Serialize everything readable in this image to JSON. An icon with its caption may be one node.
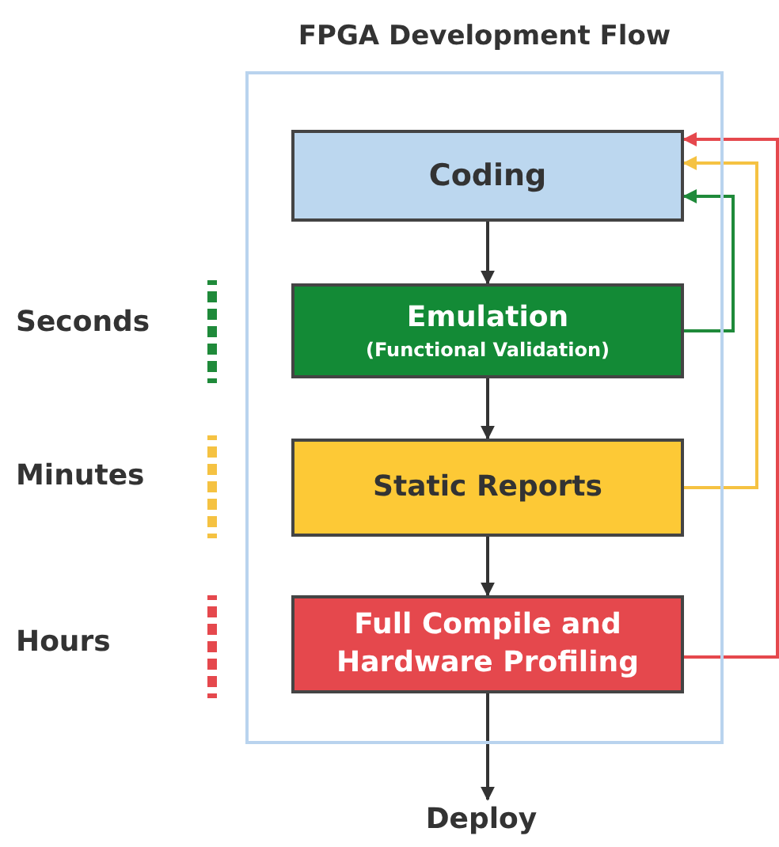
{
  "diagram": {
    "nodes": [
      {
        "text": [
          "FPGA Development Flow"
        ]
      },
      {
        "text": [
          "Coding"
        ],
        "in": 0
      },
      {
        "text": [
          "Emulation",
          "(Functional Validation)"
        ],
        "in": 0
      },
      {
        "text": [
          "Static Reports"
        ],
        "in": 0
      },
      {
        "text": [
          "Full Compile and Hardware Profiling"
        ],
        "in": 0
      },
      {
        "text": [
          "Deploy"
        ]
      }
    ],
    "edges": [
      {
        "from": 1,
        "to": 2,
        "arrow": "to"
      },
      {
        "from": 2,
        "to": 3,
        "arrow": "to"
      },
      {
        "from": 3,
        "to": 4,
        "arrow": "to"
      },
      {
        "from": 4,
        "to": 5,
        "arrow": "to"
      },
      {
        "from": 2,
        "to": 1,
        "arrow": "to",
        "color": "#1f8a3a"
      },
      {
        "from": 3,
        "to": 1,
        "arrow": "to",
        "color": "#f5c242"
      },
      {
        "from": 4,
        "to": 1,
        "arrow": "to",
        "color": "#e5484d"
      }
    ],
    "labels": [
      "Seconds",
      "Minutes",
      "Hours"
    ]
  }
}
